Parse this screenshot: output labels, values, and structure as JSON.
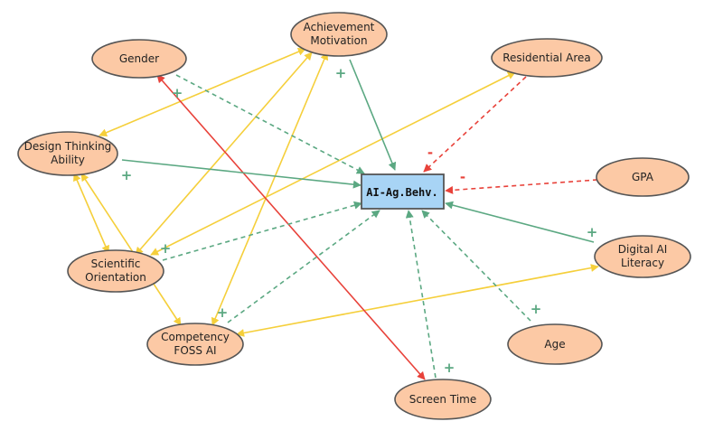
{
  "center": {
    "label": "AI-Ag.Behv."
  },
  "nodes": [
    {
      "id": "gender",
      "lines": [
        "Gender"
      ]
    },
    {
      "id": "achievement",
      "lines": [
        "Achievement",
        "Motivation"
      ]
    },
    {
      "id": "residential",
      "lines": [
        "Residential Area"
      ]
    },
    {
      "id": "design",
      "lines": [
        "Design Thinking",
        "Ability"
      ]
    },
    {
      "id": "gpa",
      "lines": [
        "GPA"
      ]
    },
    {
      "id": "scientific",
      "lines": [
        "Scientific",
        "Orientation"
      ]
    },
    {
      "id": "digital",
      "lines": [
        "Digital AI",
        "Literacy"
      ]
    },
    {
      "id": "competency",
      "lines": [
        "Competency",
        "FOSS AI"
      ]
    },
    {
      "id": "age",
      "lines": [
        "Age"
      ]
    },
    {
      "id": "screen",
      "lines": [
        "Screen Time"
      ]
    }
  ],
  "signs": [
    {
      "text": "+"
    },
    {
      "text": "+"
    },
    {
      "text": "+"
    },
    {
      "text": "+"
    },
    {
      "text": "+"
    },
    {
      "text": "+"
    },
    {
      "text": "+"
    },
    {
      "text": "+"
    },
    {
      "text": "-"
    },
    {
      "text": "-"
    }
  ],
  "colors": {
    "node_fill": "#FCC9A5",
    "node_stroke": "#555555",
    "center_fill": "#A8D4F5",
    "center_stroke": "#555555",
    "green": "#5BA882",
    "red": "#E8423A",
    "yellow": "#F5CF3B"
  }
}
